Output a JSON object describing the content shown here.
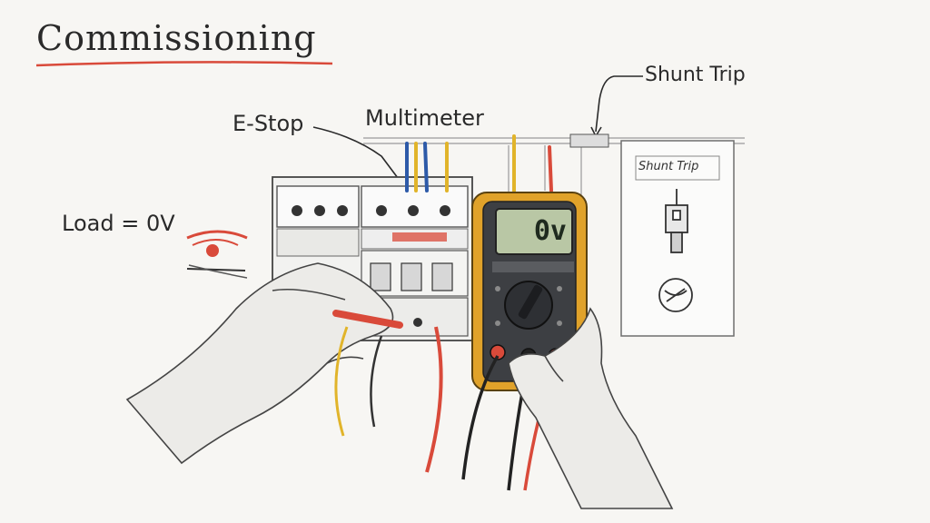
{
  "title": "Commissioning",
  "labels": {
    "estop": "E-Stop",
    "multimeter": "Multimeter",
    "shunt_trip": "Shunt Trip",
    "load": "Load = 0V",
    "panel_label": "Shunt Trip"
  },
  "meter": {
    "reading": "0v"
  },
  "colors": {
    "accent_red": "#d94a3a",
    "meter_body": "#e0a22a",
    "meter_screen": "#b9c7a5",
    "ink": "#2a2a2a"
  }
}
